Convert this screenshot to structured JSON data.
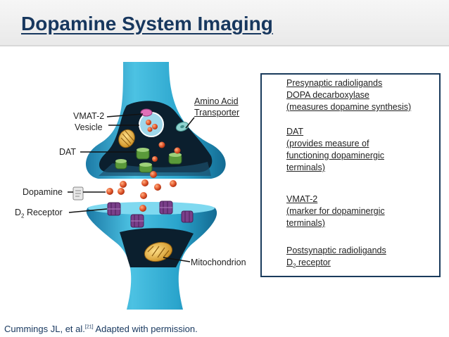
{
  "title": "Dopamine System Imaging",
  "labels": {
    "vmat2": "VMAT-2",
    "vesicle": "Vesicle",
    "dat": "DAT",
    "dopamine": "Dopamine",
    "d2_prefix": "D",
    "d2_sub": "2",
    "d2_suffix": " Receptor",
    "amino_line1": "Amino Acid",
    "amino_line2": "Transporter",
    "mitochondrion": "Mitochondrion"
  },
  "legend": [
    {
      "icon": "presynaptic-radioligand-icon",
      "color": "#8fd3cf",
      "lines": [
        "Presynaptic radioligands",
        "DOPA decarboxylase",
        "(measures dopamine synthesis)"
      ]
    },
    {
      "icon": "dat-icon",
      "color": "#5a9a3a",
      "lines": [
        "DAT",
        "(provides measure of",
        "functioning dopaminergic",
        "terminals)"
      ]
    },
    {
      "icon": "vmat2-icon",
      "color": "#e070b8",
      "lines": [
        "VMAT-2",
        "(marker for dopaminergic",
        "terminals)"
      ]
    },
    {
      "icon": "postsynaptic-radioligand-icon",
      "color": "#7a3f8a",
      "lines": [
        "Postsynaptic radioligands"
      ],
      "d2": {
        "prefix": "D",
        "sub": "2",
        "suffix": " receptor"
      }
    }
  ],
  "footer": {
    "text_before": "Cummings JL, et al.",
    "ref": "[21]",
    "text_after": " Adapted with permission."
  },
  "colors": {
    "title": "#17375e",
    "neuron": "#2a9fc4",
    "box": "#1a3b5c"
  }
}
